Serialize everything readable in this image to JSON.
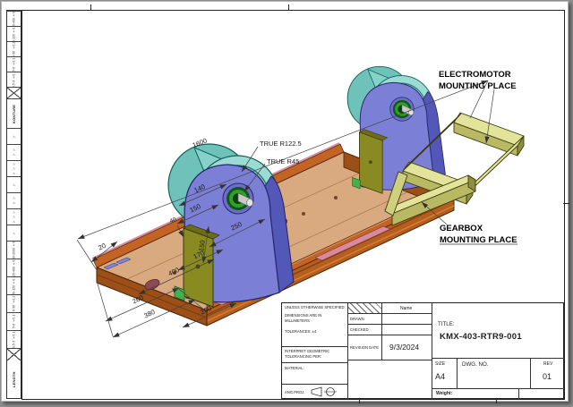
{
  "tolerance_strip": {
    "sections": [
      {
        "label": "KONTURE",
        "rows": [
          "120-400  ±0.5",
          "30-120  ±0.3",
          "6-30  ±0.2",
          "3-6  ±0.1",
          "0.5-3  ±0.1"
        ]
      },
      {
        "label": "LENGTH",
        "rows": [
          "400-1000  ±0.8",
          "120-400  ±0.5",
          "30-120  ±0.3",
          "6-30  ±0.2",
          "3-6  ±0.1",
          "0.5-3  ±0.1"
        ]
      }
    ],
    "finish_rows": [
      "▽",
      "▽ ▽",
      "▽ ▽ ▽",
      "▽",
      "▽ ▽",
      "▽ ▽ ▽",
      "▽"
    ]
  },
  "drawing": {
    "dims": {
      "total_length": "1600",
      "roller_width": "140",
      "bracket_width": "150",
      "base_width": "250",
      "plate_height": "150",
      "base_length": "170",
      "offset_small": "40",
      "lip": "20",
      "hole_spacing": "400",
      "end_a": "260",
      "end_b": "380",
      "pad": "200"
    },
    "callouts": {
      "r122": "TRUE R122.5",
      "r45": "TRUE R45"
    },
    "labels": {
      "motor1": "ELECTROMOTOR",
      "motor2": "MOUNTING PLACE",
      "gear1": "GEARBOX",
      "gear2": "MOUNTING PLACE"
    }
  },
  "title_block": {
    "spec1": "UNLESS OTHERWISE SPECIFIED:",
    "spec2": "DIMENSIONS ARE IN",
    "spec3": "MILLIMETERS",
    "spec4": "TOLERANCES: ±4",
    "interpret1": "INTERPRET GEOMETRIC",
    "interpret2": "TOLERANCING PER:",
    "material": "MATERIAL:",
    "ang_proj": "ANG.PROJ.",
    "name_header": "Name",
    "drawn": "DRAWN",
    "checked": "CHECKED",
    "revision_date": "REVISION DATE",
    "revision_value": "9/3/2024",
    "title_label": "TITLE:",
    "drawing_number": "KMX-403-RTR9-001",
    "size_label": "SIZE",
    "size_value": "A4",
    "dwg_label": "DWG.  NO.",
    "rev_label": "REV",
    "rev_value": "01",
    "weight": "Weight:"
  },
  "colors": {
    "beam_top": "#d9aa7f",
    "beam_side": "#b55f1f",
    "roller_teal": "#8ed8d0",
    "bracket_purple": "#7b7fd6",
    "plate_olive": "#8a8a22",
    "hub_green": "#2ba32b",
    "frame_yellow": "#e3e39b",
    "pad_pink": "#d98a9a"
  }
}
